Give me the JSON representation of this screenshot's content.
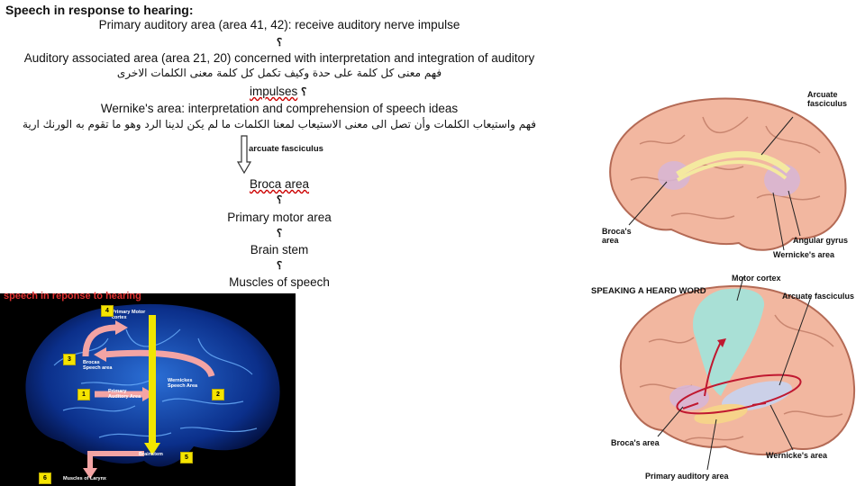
{
  "title": "Speech in response to hearing:",
  "flow": {
    "line1": "Primary auditory area (area 41, 42): receive auditory nerve impulse",
    "q1": "؟",
    "line2": "Auditory associated area (area 21, 20) concerned with interpretation and integration of auditory",
    "arabic1": "فهم معنى كل كلمة على حدة وكيف تكمل كل كلمة معنى الكلمات الاخرى",
    "line3": "impulses",
    "q2": "؟",
    "line4": "Wernike's area: interpretation and comprehension of speech ideas",
    "arabic2": "فهم واستيعاب الكلمات وأن تصل الى معنى الاستيعاب لمعنا الكلمات ما لم يكن لدينا الرد وهو ما تقوم به الورنك ارية",
    "arcuate": "arcuate fasciculus",
    "line5": "Broca area",
    "q3": "؟",
    "line6": "Primary motor area",
    "q4": "؟",
    "line7": "Brain stem",
    "q5": "؟",
    "line8": "Muscles of speech"
  },
  "dark_image": {
    "banner": "speech in reponse to hearing",
    "labels": {
      "primary_motor_cortex": "Primary Motor cortex",
      "brocas_speech_area": "Brocas Speech area",
      "primary_auditory_area": "Primary Auditory Area",
      "wernickes_speech_area": "Wernickes Speech Area",
      "brainstem": "Brainstem",
      "muscles_of_larynx": "Muscles of Larynx"
    },
    "numbers": [
      "1",
      "2",
      "3",
      "4",
      "5",
      "6"
    ]
  },
  "brain_top": {
    "arcuate": "Arcuate fasciculus",
    "brocas": "Broca's area",
    "angular": "Angular gyrus",
    "wernickes": "Wernicke's area"
  },
  "brain_bottom": {
    "heading": "SPEAKING A HEARD WORD",
    "motor": "Motor cortex",
    "arcuate": "Arcuate fasciculus",
    "brocas": "Broca's area",
    "wernickes": "Wernicke's area",
    "primary_auditory": "Primary auditory area"
  },
  "colors": {
    "brain_pink": "#f2b7a0",
    "brain_outline": "#b46a55",
    "fasciculus": "#f4e9a0",
    "area_purple": "#d7b6d6",
    "motor_teal": "#a9e0d6",
    "dark_bg": "#000000",
    "arrow_pink": "#f3a4a4",
    "arrow_yellow": "#f0e600"
  }
}
